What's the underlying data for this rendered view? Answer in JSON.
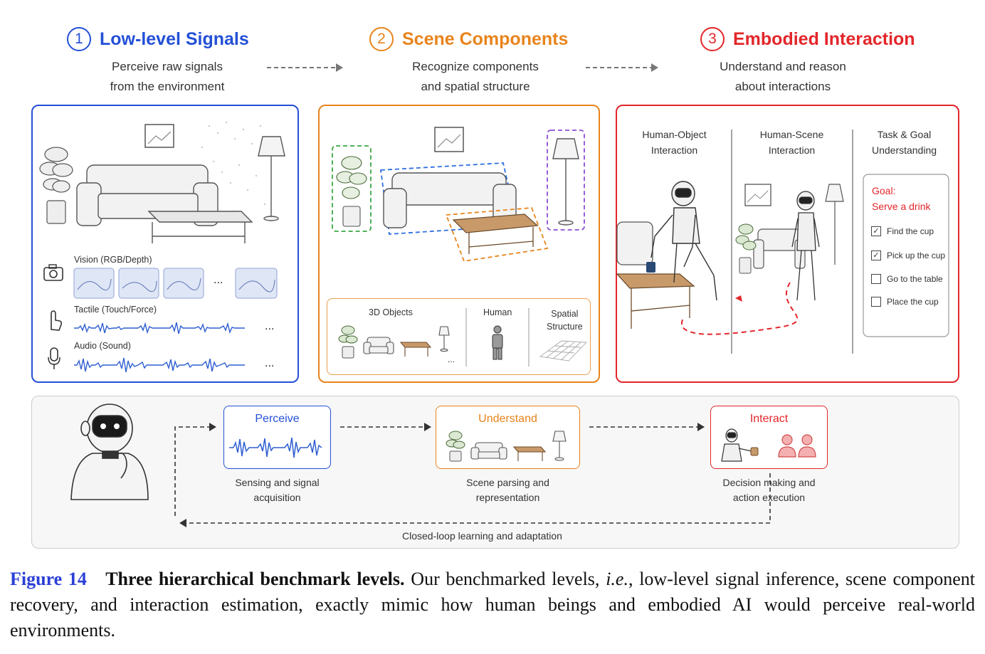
{
  "stages": [
    {
      "num": "1",
      "title": "Low-level Signals",
      "sub1": "Perceive raw signals",
      "sub2": "from the environment",
      "color": "#2450d6"
    },
    {
      "num": "2",
      "title": "Scene Components",
      "sub1": "Recognize components",
      "sub2": "and spatial structure",
      "color": "#e8841c"
    },
    {
      "num": "3",
      "title": "Embodied Interaction",
      "sub1": "Understand and reason",
      "sub2": "about interactions",
      "color": "#e3262a"
    }
  ],
  "panel1": {
    "vision": "Vision (RGB/Depth)",
    "tactile": "Tactile (Touch/Force)",
    "audio": "Audio (Sound)",
    "ellipsis": "..."
  },
  "panel2": {
    "objects": "3D Objects",
    "human": "Human",
    "spatial1": "Spatial",
    "spatial2": "Structure",
    "ellipsis": "..."
  },
  "panel3": {
    "col1a": "Human-Object",
    "col1b": "Interaction",
    "col2a": "Human-Scene",
    "col2b": "Interaction",
    "col3a": "Task & Goal",
    "col3b": "Understanding",
    "goal_label": "Goal:",
    "goal_text": "Serve a drink",
    "tasks": [
      {
        "label": "Find the cup",
        "checked": true
      },
      {
        "label": "Pick up the cup",
        "checked": true
      },
      {
        "label": "Go to the table",
        "checked": false
      },
      {
        "label": "Place the cup",
        "checked": false
      }
    ]
  },
  "loop": {
    "perceive": "Perceive",
    "perceive_desc1": "Sensing and signal",
    "perceive_desc2": "acquisition",
    "understand": "Understand",
    "understand_desc1": "Scene parsing and",
    "understand_desc2": "representation",
    "interact": "Interact",
    "interact_desc1": "Decision making and",
    "interact_desc2": "action execution",
    "closed_loop": "Closed-loop learning and adaptation"
  },
  "caption": {
    "label": "Figure 14",
    "title": "Three hierarchical benchmark levels.",
    "text_a": " Our benchmarked levels, ",
    "text_ie": "i.e.",
    "text_b": ", low-level signal inference, scene component recovery, and interaction estimation, exactly mimic how human beings and embodied AI would perceive real-world environments."
  },
  "colors": {
    "blue": "#2450d6",
    "orange": "#e8841c",
    "red": "#e3262a",
    "green": "#3aa843",
    "purple": "#8a4fd6"
  }
}
